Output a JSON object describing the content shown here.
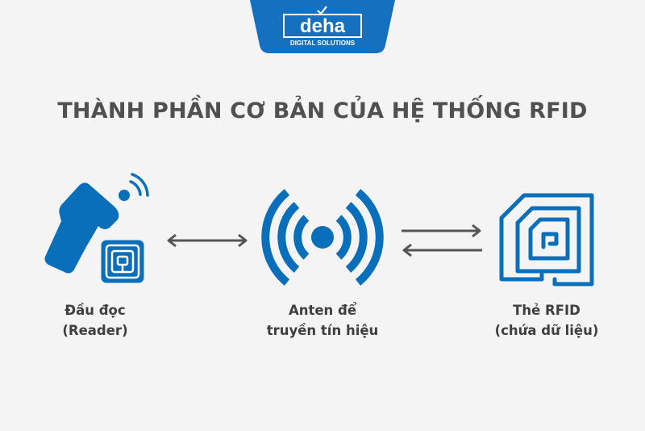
{
  "logo": {
    "brand": "deha",
    "tagline": "DIGITAL SOLUTIONS",
    "tab_color": "#1570bf"
  },
  "title": "THÀNH PHẦN CƠ BẢN CỦA HỆ THỐNG RFID",
  "colors": {
    "accent": "#0a6fbb",
    "text": "#4a4a4a",
    "arrow": "#555555",
    "background": "#f4f4f4"
  },
  "components": [
    {
      "icon": "rfid-reader-icon",
      "line1": "Đầu đọc",
      "line2": "(Reader)"
    },
    {
      "icon": "antenna-signal-icon",
      "line1": "Anten để",
      "line2": "truyền tín hiệu"
    },
    {
      "icon": "rfid-tag-icon",
      "line1": "Thẻ RFID",
      "line2": "(chứa dữ liệu)"
    }
  ],
  "connectors": [
    {
      "from": "Đầu đọc",
      "to": "Anten",
      "type": "bidirectional-arrow"
    },
    {
      "from": "Anten",
      "to": "Thẻ RFID",
      "type": "two-way-arrows"
    }
  ]
}
